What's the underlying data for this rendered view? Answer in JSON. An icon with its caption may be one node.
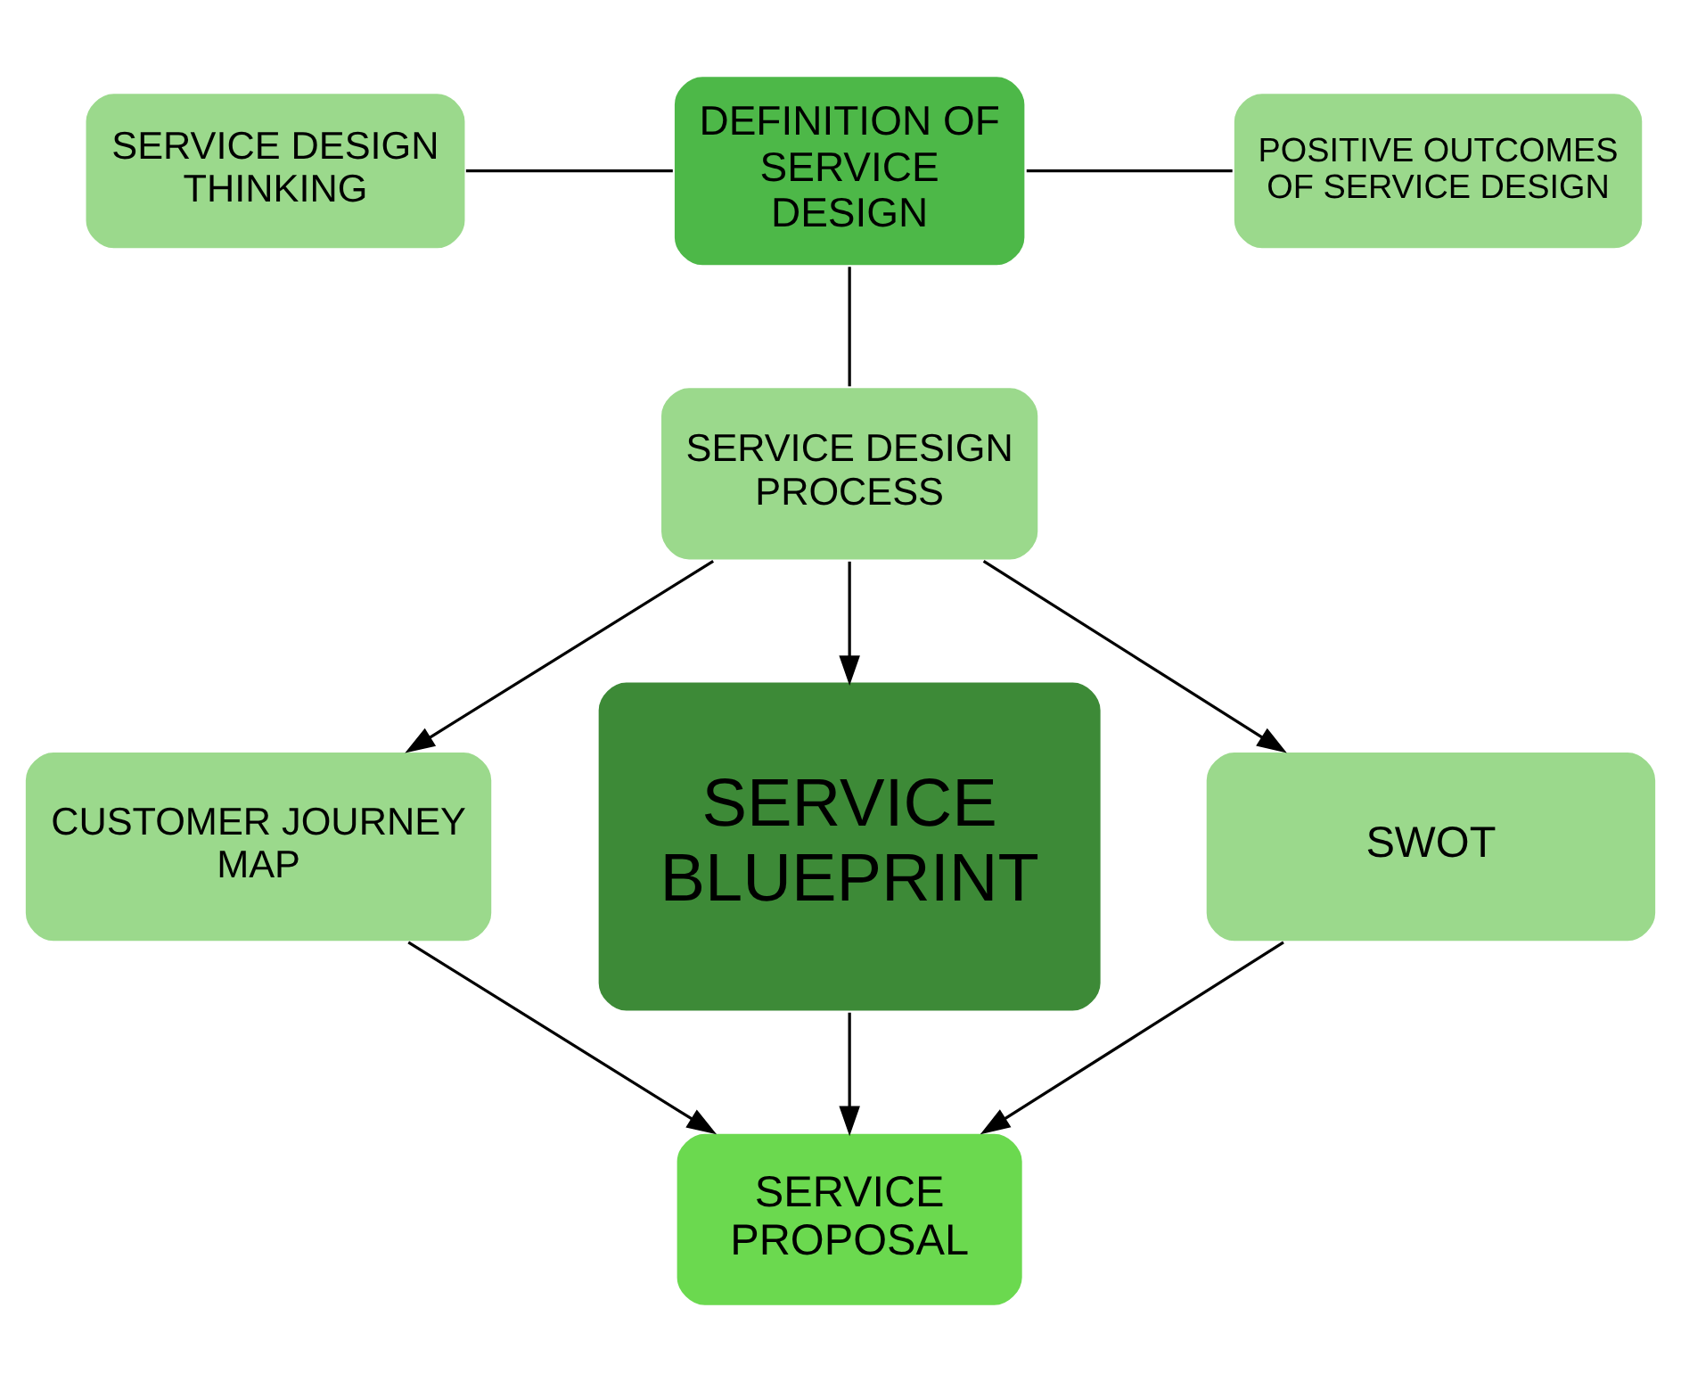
{
  "diagram": {
    "nodes": [
      {
        "text": [
          "SERVICE DESIGN THINKING"
        ]
      },
      {
        "text": [
          "DEFINITION OF SERVICE DESIGN"
        ]
      },
      {
        "text": [
          "POSITIVE OUTCOMES OF SERVICE DESIGN"
        ]
      },
      {
        "text": [
          "SERVICE DESIGN PROCESS"
        ]
      },
      {
        "text": [
          "CUSTOMER JOURNEY MAP"
        ]
      },
      {
        "text": [
          "SERVICE BLUEPRINT"
        ]
      },
      {
        "text": [
          "SWOT"
        ]
      },
      {
        "text": [
          "SERVICE PROPOSAL"
        ]
      }
    ],
    "edges": [
      {
        "from": 0,
        "to": 1,
        "arrow": "none"
      },
      {
        "from": 1,
        "to": 2,
        "arrow": "none"
      },
      {
        "from": 1,
        "to": 3,
        "arrow": "none"
      },
      {
        "from": 3,
        "to": 4,
        "arrow": "to"
      },
      {
        "from": 3,
        "to": 5,
        "arrow": "to"
      },
      {
        "from": 3,
        "to": 6,
        "arrow": "to"
      },
      {
        "from": 4,
        "to": 7,
        "arrow": "to"
      },
      {
        "from": 5,
        "to": 7,
        "arrow": "to"
      },
      {
        "from": 6,
        "to": 7,
        "arrow": "to"
      }
    ]
  }
}
